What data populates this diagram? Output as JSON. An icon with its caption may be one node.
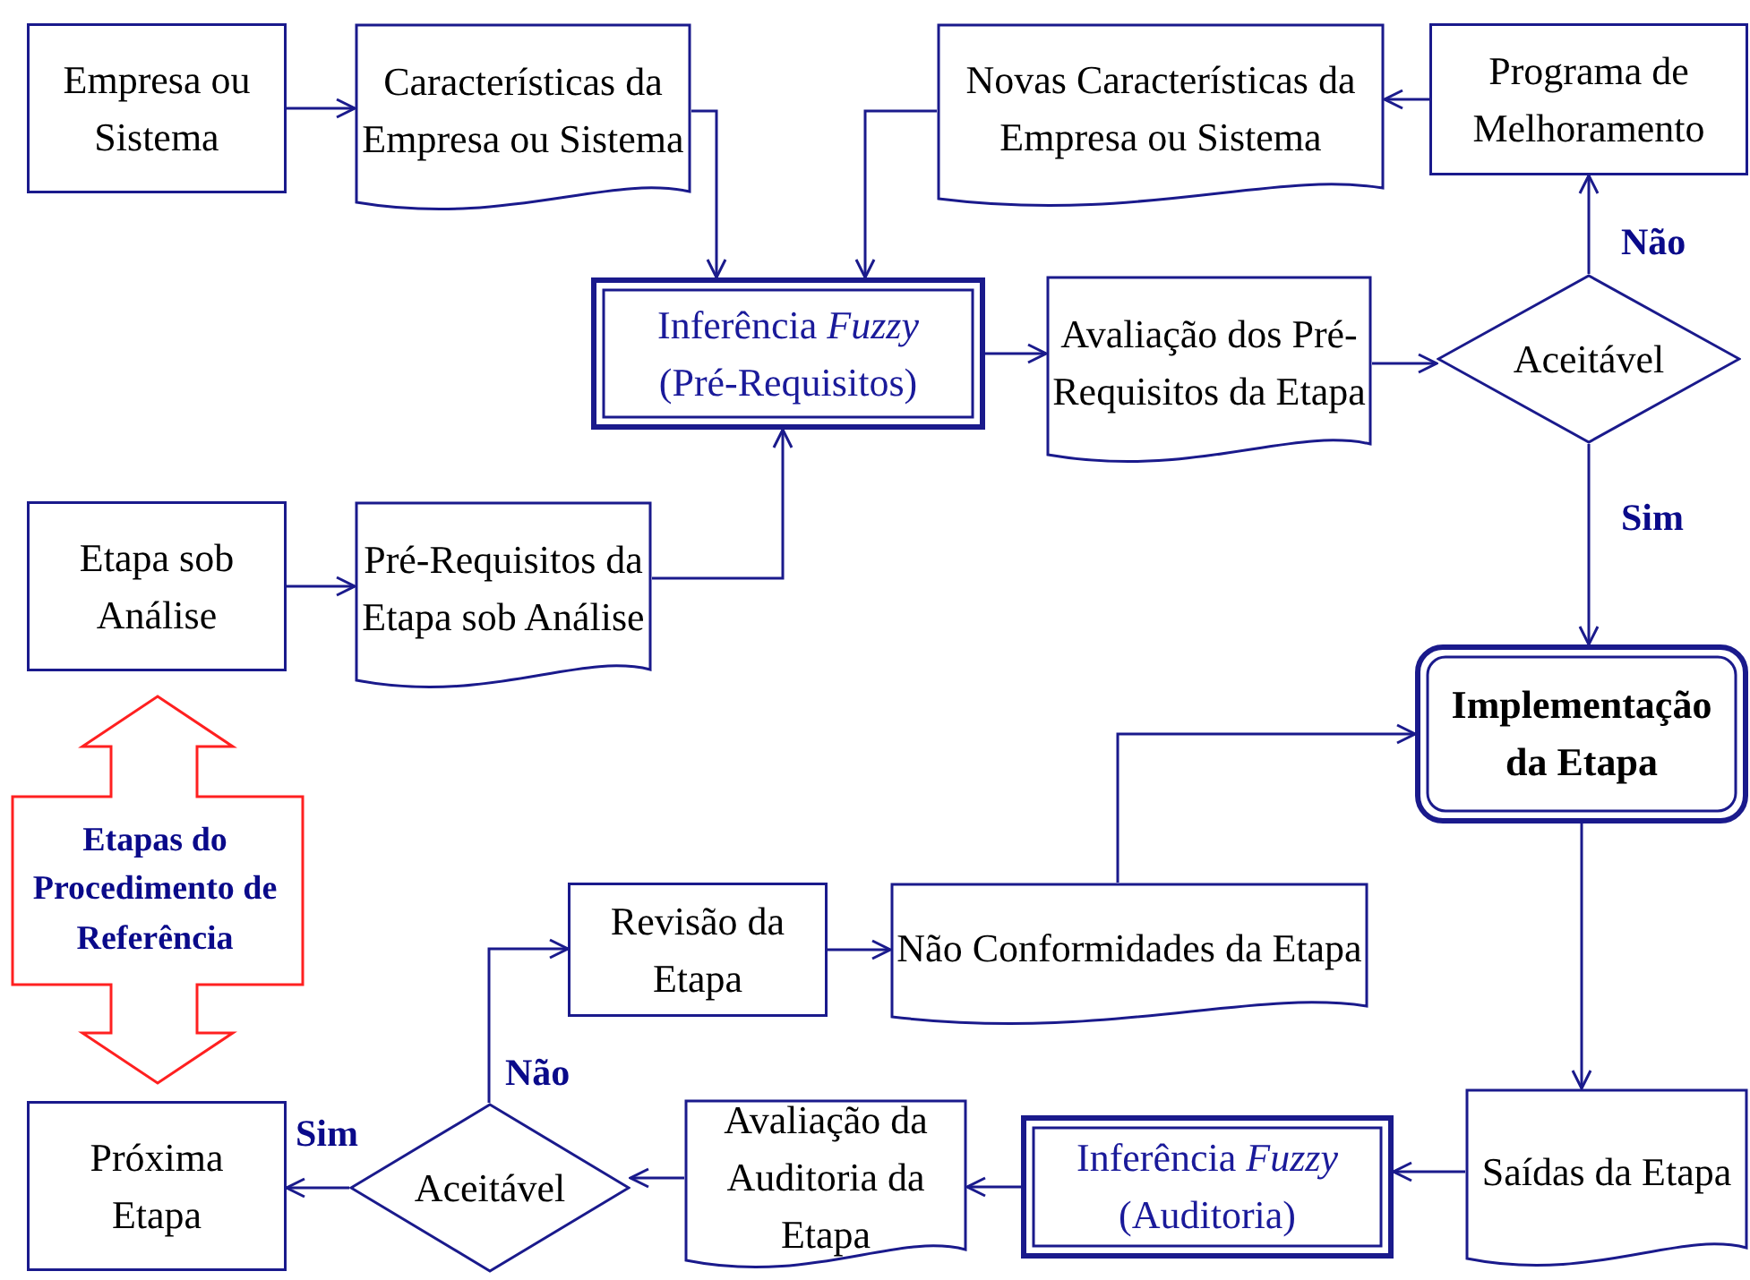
{
  "diagram": {
    "nodes": [
      {
        "text": [
          "Empresa ou Sistema"
        ]
      },
      {
        "text": [
          "Características da Empresa ou Sistema"
        ]
      },
      {
        "text": [
          "Novas Características da Empresa ou Sistema"
        ]
      },
      {
        "text": [
          "Programa de Melhoramento"
        ]
      },
      {
        "text": [
          "Inferência *Fuzzy* (Pré-Requisitos)"
        ]
      },
      {
        "text": [
          "Avaliação dos Pré-Requisitos da Etapa"
        ]
      },
      {
        "text": [
          "Aceitável"
        ]
      },
      {
        "text": [
          "Etapa sob Análise"
        ]
      },
      {
        "text": [
          "Pré-Requisitos da Etapa sob Análise"
        ]
      },
      {
        "text": [
          "Etapas do Procedimento de Referência"
        ]
      },
      {
        "text": [
          "Implementação da Etapa"
        ]
      },
      {
        "text": [
          "Revisão da Etapa"
        ]
      },
      {
        "text": [
          "Não Conformidades da Etapa"
        ]
      },
      {
        "text": [
          "Próxima Etapa"
        ]
      },
      {
        "text": [
          "Aceitável"
        ]
      },
      {
        "text": [
          "Avaliação da Auditoria da Etapa"
        ]
      },
      {
        "text": [
          "Inferência *Fuzzy* (Auditoria)"
        ]
      },
      {
        "text": [
          "Saídas da Etapa"
        ]
      }
    ],
    "edges": [
      {
        "from": 0,
        "to": 1,
        "arrow": "to"
      },
      {
        "from": 1,
        "to": 4,
        "arrow": "to"
      },
      {
        "from": 2,
        "to": 4,
        "arrow": "to"
      },
      {
        "from": 3,
        "to": 2,
        "arrow": "to"
      },
      {
        "from": 7,
        "to": 8,
        "arrow": "to"
      },
      {
        "from": 8,
        "to": 4,
        "arrow": "to"
      },
      {
        "from": 4,
        "to": 5,
        "arrow": "to"
      },
      {
        "from": 5,
        "to": 6,
        "arrow": "to"
      },
      {
        "from": 6,
        "to": 3,
        "arrow": "to",
        "label": "Não"
      },
      {
        "from": 6,
        "to": 10,
        "arrow": "to",
        "label": "Sim"
      },
      {
        "from": 12,
        "to": 10,
        "arrow": "to"
      },
      {
        "from": 11,
        "to": 12,
        "arrow": "to"
      },
      {
        "from": 14,
        "to": 11,
        "arrow": "to",
        "label": "Não"
      },
      {
        "from": 14,
        "to": 13,
        "arrow": "to",
        "label": "Sim"
      },
      {
        "from": 15,
        "to": 14,
        "arrow": "to"
      },
      {
        "from": 16,
        "to": 15,
        "arrow": "to"
      },
      {
        "from": 17,
        "to": 16,
        "arrow": "to"
      },
      {
        "from": 10,
        "to": 17,
        "arrow": "to"
      }
    ]
  }
}
